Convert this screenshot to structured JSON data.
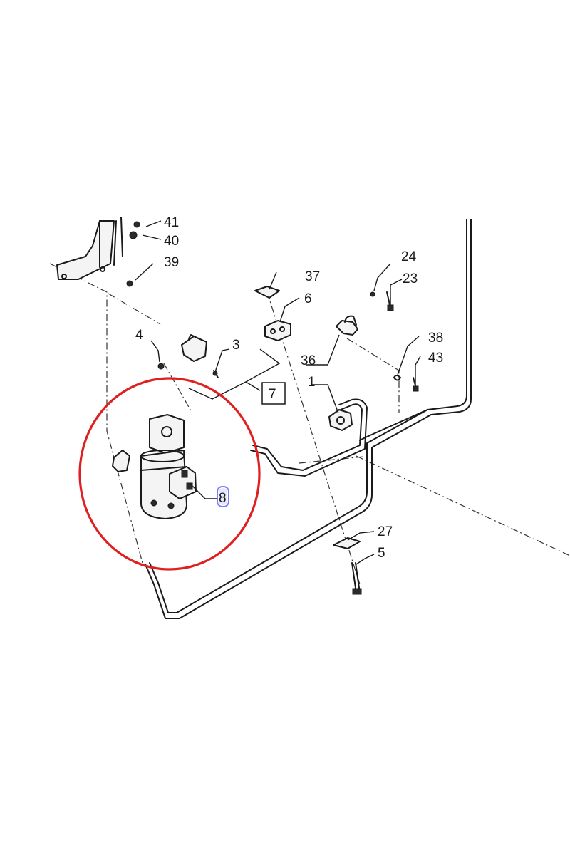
{
  "diagram": {
    "highlight_color": "#e02020",
    "selected_marker_color": "#5a5aff",
    "callouts": {
      "c41": "41",
      "c40": "40",
      "c39": "39",
      "c4": "4",
      "c3": "3",
      "c7": "7",
      "c8": "8",
      "c37": "37",
      "c6": "6",
      "c36": "36",
      "c24": "24",
      "c23": "23",
      "c38": "38",
      "c43": "43",
      "c1": "1",
      "c27": "27",
      "c5": "5"
    }
  }
}
